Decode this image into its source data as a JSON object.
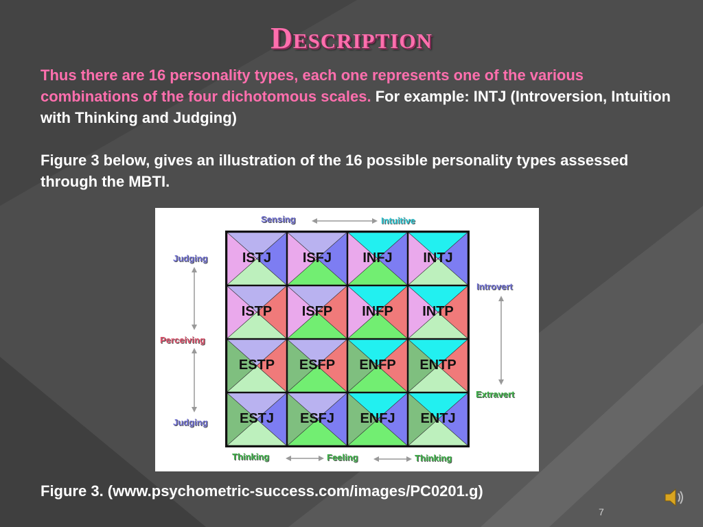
{
  "slide": {
    "title": "Description",
    "para1_pink": "Thus there are 16 personality types, each one represents one of the various combinations of the four dichotomous scales.",
    "para1_white": " For example:  INTJ (Introversion, Intuition with Thinking and Judging)",
    "para2": "Figure 3 below, gives an illustration of the 16 possible personality types assessed through the MBTI.",
    "caption": "Figure 3. (www.psychometric-success.com/images/PC0201.g)",
    "page_number": "7"
  },
  "figure": {
    "labels": {
      "sensing": "Sensing",
      "intuitive": "Intuitive",
      "judging_top": "Judging",
      "perceiving": "Perceiving",
      "judging_bottom": "Judging",
      "introvert": "Introvert",
      "extravert": "Extravert",
      "thinking_left": "Thinking",
      "feeling": "Feeling",
      "thinking_right": "Thinking"
    },
    "rows": [
      [
        "ISTJ",
        "ISFJ",
        "INFJ",
        "INTJ"
      ],
      [
        "ISTP",
        "ISFP",
        "INFP",
        "INTP"
      ],
      [
        "ESTP",
        "ESFP",
        "ENFP",
        "ENTP"
      ],
      [
        "ESTJ",
        "ESFJ",
        "ENFJ",
        "ENTJ"
      ]
    ],
    "colors": {
      "sensing": "#b9b2f0",
      "intuitive": "#22f0f0",
      "judging": "#7d7df2",
      "perceiving": "#f07a7a",
      "introvert": "#eaa9ec",
      "extravert": "#7fbf7f",
      "thinking": "#bdf0bd",
      "feeling": "#72ee72"
    }
  },
  "icons": {
    "speaker": "speaker-icon"
  }
}
